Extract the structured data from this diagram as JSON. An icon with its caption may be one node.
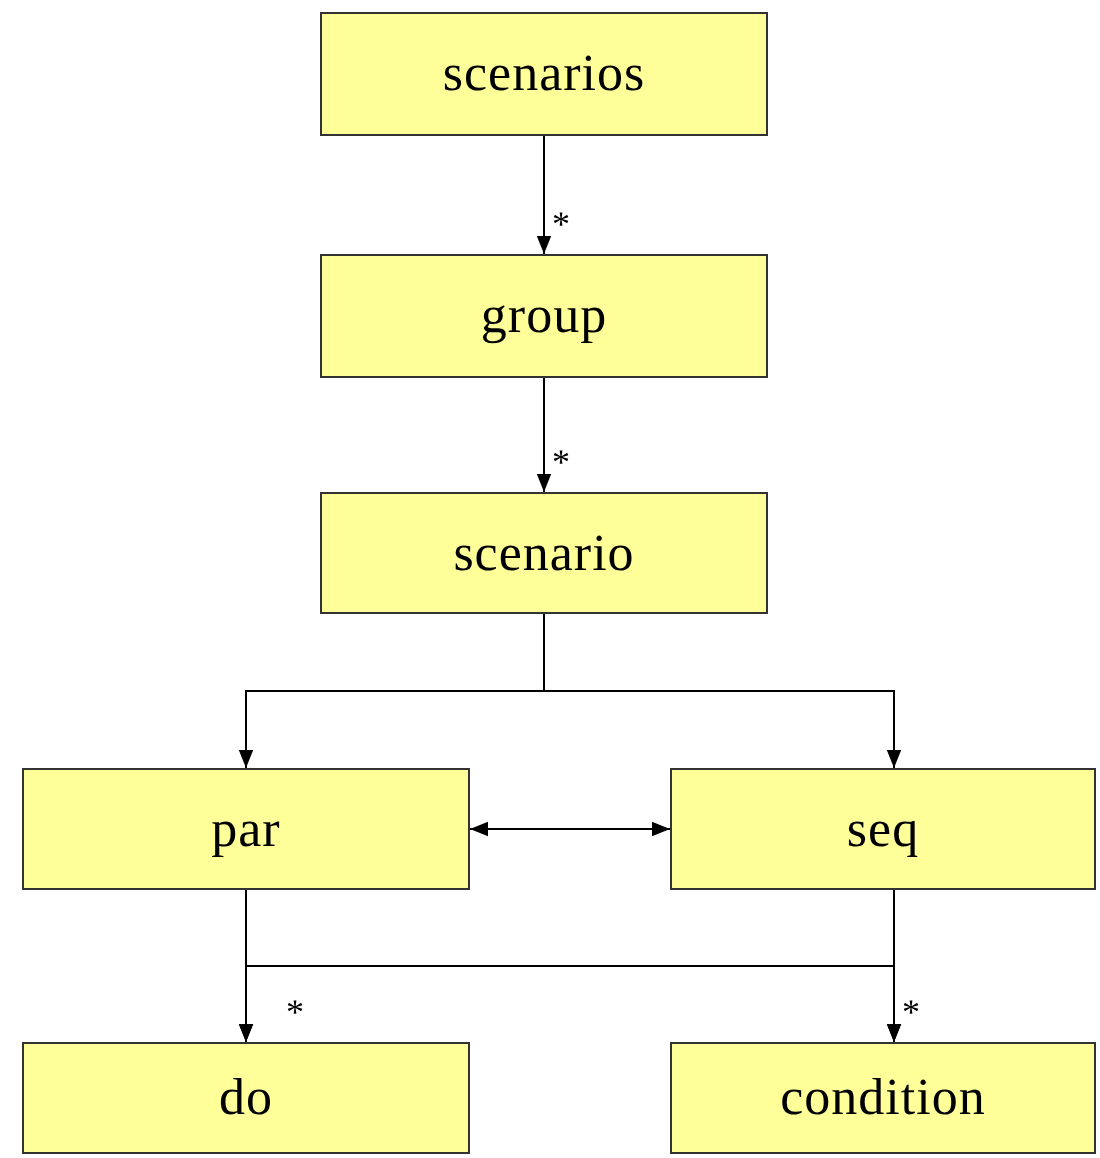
{
  "diagram": {
    "nodes": [
      {
        "text": [
          "scenarios"
        ]
      },
      {
        "text": [
          "group"
        ]
      },
      {
        "text": [
          "scenario"
        ]
      },
      {
        "text": [
          "par"
        ]
      },
      {
        "text": [
          "seq"
        ]
      },
      {
        "text": [
          "do"
        ]
      },
      {
        "text": [
          "condition"
        ]
      }
    ],
    "edges": [
      {
        "from": 0,
        "to": 1,
        "arrow": "to",
        "label": "*"
      },
      {
        "from": 1,
        "to": 2,
        "arrow": "to",
        "label": "*"
      },
      {
        "from": 2,
        "to": 3,
        "arrow": "to"
      },
      {
        "from": 2,
        "to": 4,
        "arrow": "to"
      },
      {
        "from": 3,
        "to": 4,
        "arrow": "both"
      },
      {
        "from": 3,
        "to": 5,
        "arrow": "to",
        "label": "*"
      },
      {
        "from": 3,
        "to": 6,
        "arrow": "to"
      },
      {
        "from": 4,
        "to": 5,
        "arrow": "to"
      },
      {
        "from": 4,
        "to": 6,
        "arrow": "to",
        "label": "*"
      }
    ]
  }
}
